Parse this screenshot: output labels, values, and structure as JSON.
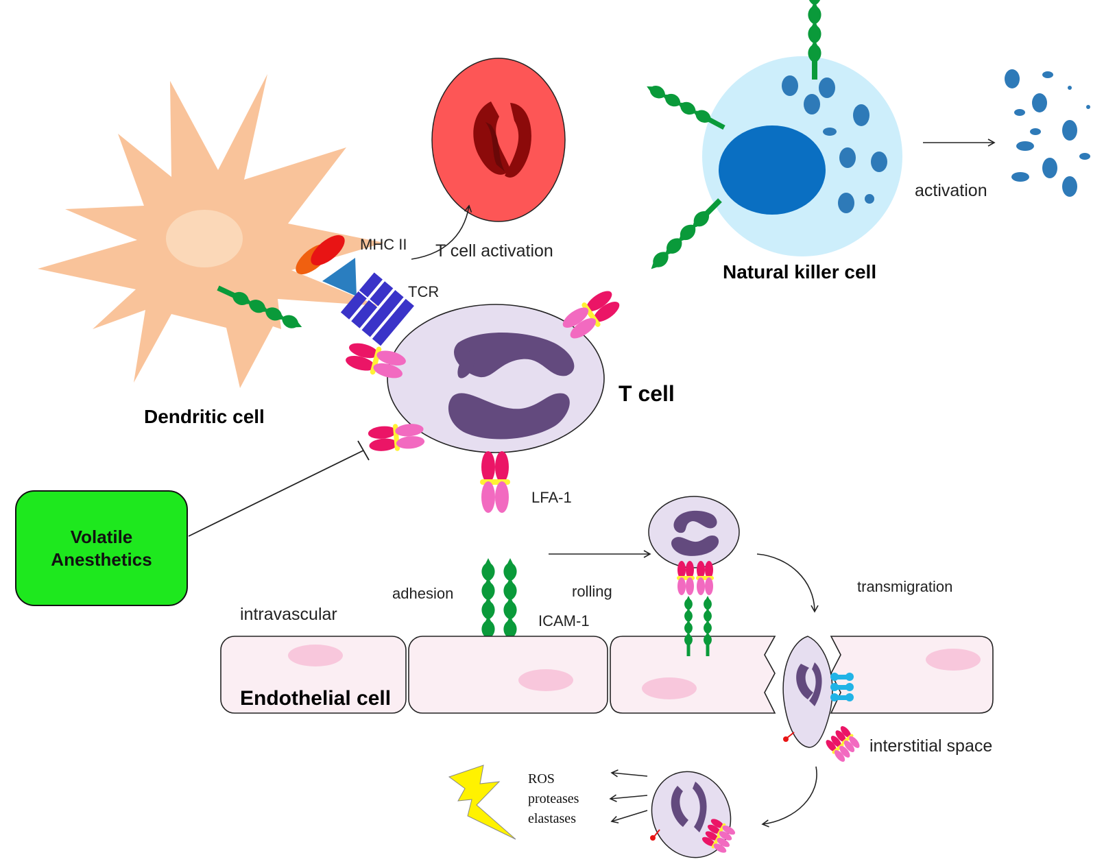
{
  "labels": {
    "dendritic_cell": "Dendritic cell",
    "t_cell": "T cell",
    "natural_killer_cell": "Natural killer cell",
    "endothelial_cell": "Endothelial cell",
    "mhc_ii": "MHC II",
    "tcr": "TCR",
    "t_cell_activation": "T cell activation",
    "activation": "activation",
    "lfa1": "LFA-1",
    "icam1": "ICAM-1",
    "adhesion": "adhesion",
    "rolling": "rolling",
    "transmigration": "transmigration",
    "intravascular": "intravascular",
    "interstitial_space": "interstitial space",
    "ros": "ROS",
    "proteases": "proteases",
    "elastases": "elastases"
  },
  "anesthetics_box": {
    "line1": "Volatile",
    "line2": "Anesthetics"
  },
  "colors": {
    "dendritic": "#f9c39a",
    "t_cell": "#e6def0",
    "nucleus": "#634a7e",
    "nk_cell": "#cdeefb",
    "nk_nucleus": "#0a6fc2",
    "granule": "#2e7ab8",
    "activated_cell": "#fd5656",
    "activated_nucleus": "#8c0a0a",
    "receptor_green": "#0a9a3a",
    "integrin_dark": "#eb1566",
    "integrin_light": "#f26ac0",
    "integrin_band": "#fff234",
    "tcr_blue": "#3a33c8",
    "mhc_red": "#e81414",
    "mhc_orange": "#f06010",
    "antigen_blue": "#2a7ec0",
    "endothelium": "#fbeef3",
    "endothelium_nucleus": "#f8c7dc",
    "junction_cyan": "#21b3e6",
    "anesthetics_green": "#1ee81e",
    "lightning": "#fff200"
  }
}
